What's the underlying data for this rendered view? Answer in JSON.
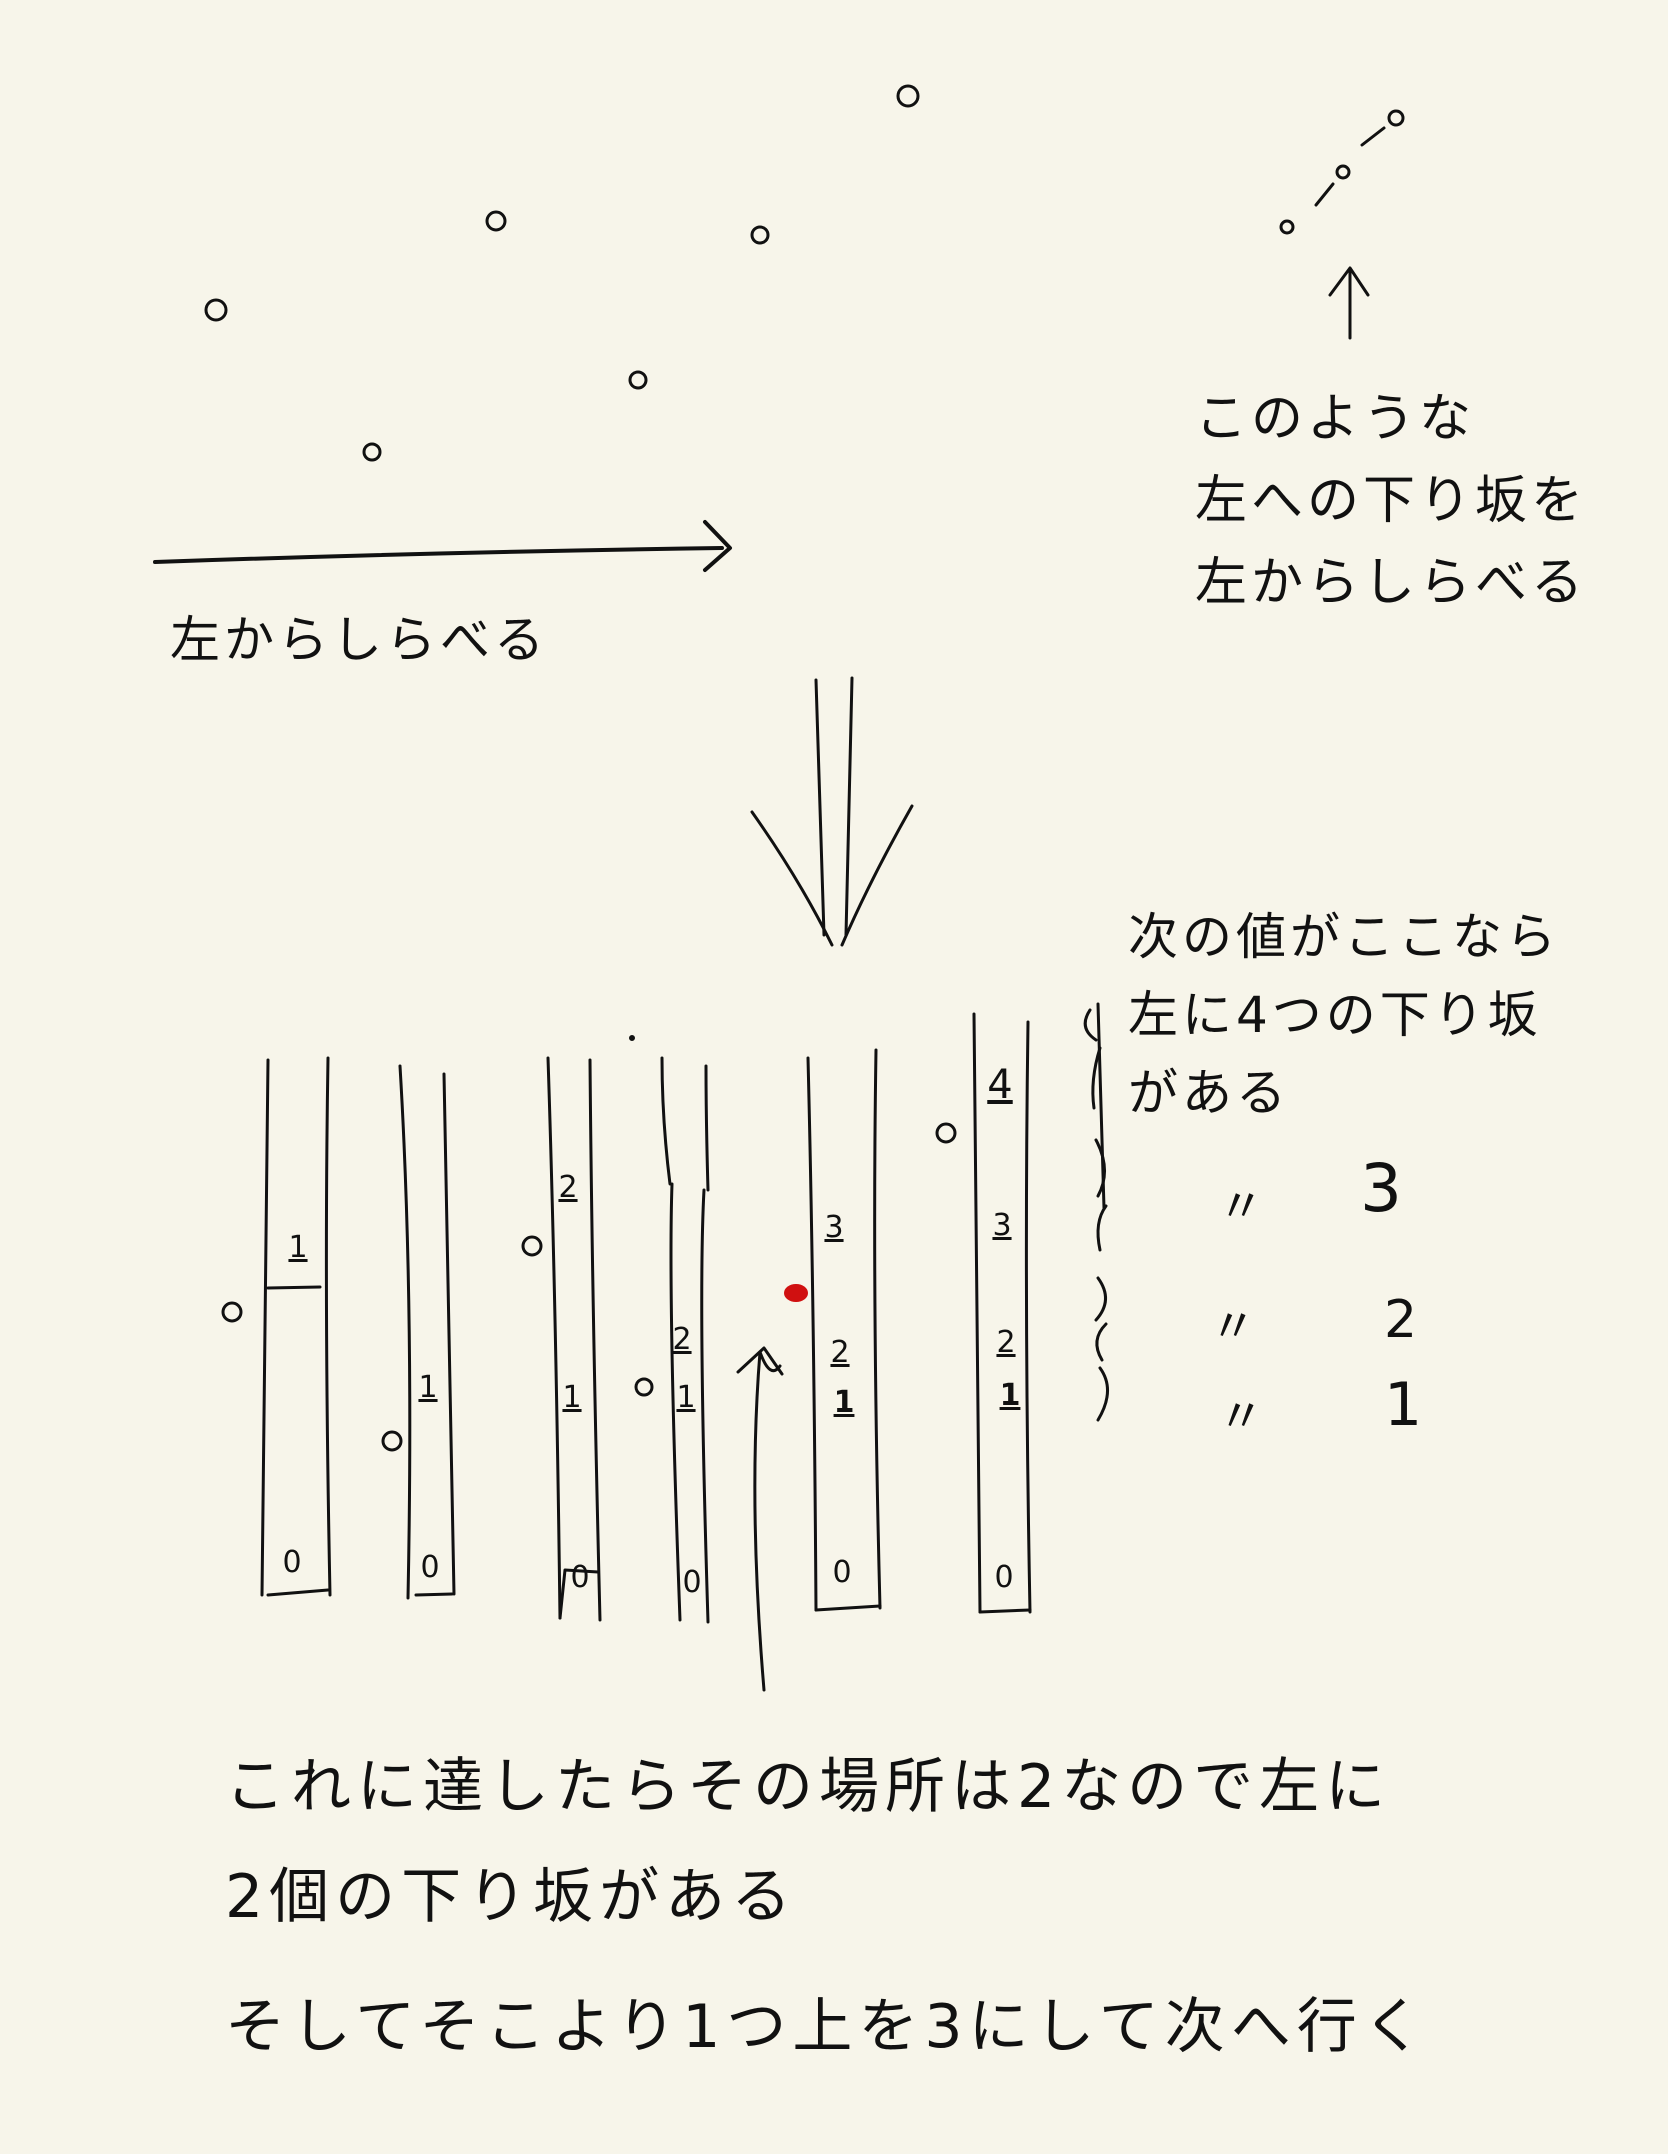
{
  "colors": {
    "background": "#f7f5ea",
    "ink": "#111111",
    "highlight": "#d01010"
  },
  "annotations": {
    "top_right": {
      "line1": "このような",
      "line2": "左への下り坂を",
      "line3": "左からしらべる"
    },
    "scan_arrow": {
      "label": "左からしらべる"
    },
    "mid_right": {
      "line1": "次の値がここなら",
      "line2": "左に4つの下り坂",
      "line3": "がある"
    },
    "side_counts": [
      {
        "ditto": "〃",
        "value": "3"
      },
      {
        "ditto": "〃",
        "value": "2"
      },
      {
        "ditto": "〃",
        "value": "1"
      }
    ],
    "bottom": {
      "line1": "これに達したらその場所は2なので左に",
      "line2": "2個の下り坂がある",
      "line3": "そしてそこより1つ上を3にして次へ行く"
    }
  },
  "columns": [
    {
      "labels": [
        "1",
        "0"
      ]
    },
    {
      "labels": [
        "1",
        "0"
      ]
    },
    {
      "labels": [
        "2",
        "1",
        "0"
      ]
    },
    {
      "labels": [
        "2",
        "1",
        "0"
      ]
    },
    {
      "labels": [
        "3",
        "2",
        "1",
        "0"
      ]
    },
    {
      "labels": [
        "4",
        "3",
        "2",
        "1",
        "0"
      ]
    }
  ]
}
